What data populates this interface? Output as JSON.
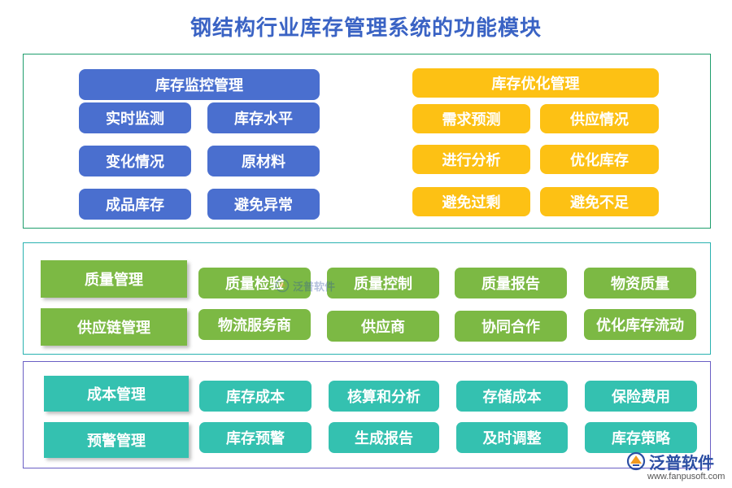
{
  "title": "钢结构行业库存管理系统的功能模块",
  "colors": {
    "blue": "#4a6fcf",
    "yellow": "#fdc114",
    "green": "#7cb944",
    "teal": "#34c1b0",
    "title": "#3a63c4"
  },
  "monitoring": {
    "header": "库存监控管理",
    "items": [
      "实时监测",
      "库存水平",
      "变化情况",
      "原材料",
      "成品库存",
      "避免异常"
    ]
  },
  "optimization": {
    "header": "库存优化管理",
    "items": [
      "需求预测",
      "供应情况",
      "进行分析",
      "优化库存",
      "避免过剩",
      "避免不足"
    ]
  },
  "quality": {
    "header": "质量管理",
    "items": [
      "质量检验",
      "质量控制",
      "质量报告",
      "物资质量"
    ]
  },
  "supply_chain": {
    "header": "供应链管理",
    "items": [
      "物流服务商",
      "供应商",
      "协同合作",
      "优化库存流动"
    ]
  },
  "cost": {
    "header": "成本管理",
    "items": [
      "库存成本",
      "核算和分析",
      "存储成本",
      "保险费用"
    ]
  },
  "warning": {
    "header": "预警管理",
    "items": [
      "库存预警",
      "生成报告",
      "及时调整",
      "库存策略"
    ]
  },
  "logo": {
    "name": "泛普软件",
    "url": "www.fanpusoft.com",
    "icon": "fanpu-logo-icon"
  },
  "watermark": "泛普软件"
}
